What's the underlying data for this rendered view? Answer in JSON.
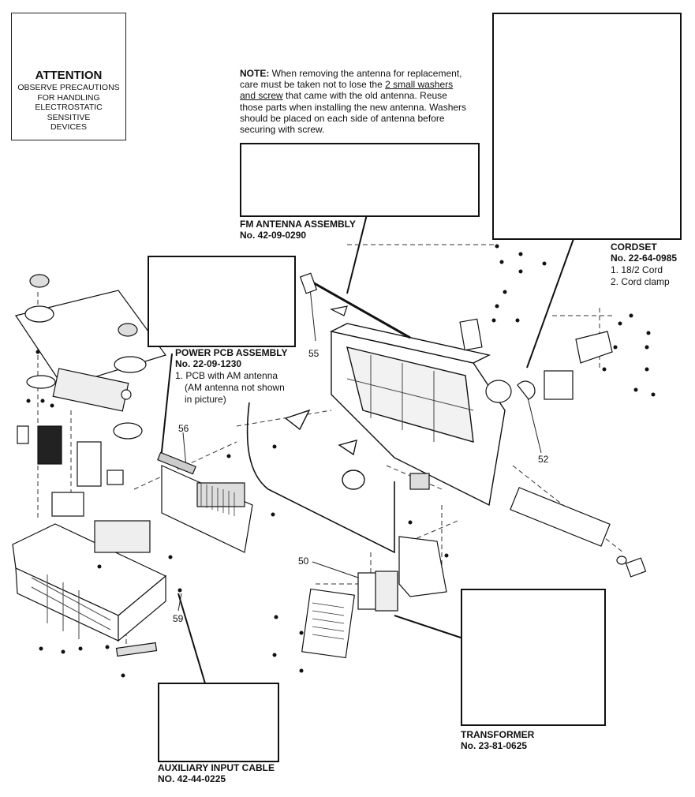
{
  "attention": {
    "title": "ATTENTION",
    "lines": [
      "OBSERVE PRECAUTIONS",
      "FOR HANDLING",
      "ELECTROSTATIC",
      "SENSITIVE",
      "DEVICES"
    ]
  },
  "note": {
    "label": "NOTE:",
    "line1_rest": " When removing the antenna for replacement,",
    "line2_pre": "care must be taken not to lose the ",
    "line2_u": "2 small washers ",
    "line3_u": "and screw",
    "line3_rest": " that came with the old antenna. Reuse",
    "line4": "those parts when installing the new antenna. Washers",
    "line5": "should be placed on each side of antenna before",
    "line6": "securing with screw."
  },
  "fm_antenna": {
    "title": "FM ANTENNA ASSEMBLY",
    "number": "No. 42-09-0290"
  },
  "cordset": {
    "title": "CORDSET",
    "number": "No. 22-64-0985",
    "items": [
      "1. 18/2 Cord",
      "2. Cord clamp"
    ]
  },
  "power_pcb": {
    "title": "POWER PCB ASSEMBLY",
    "number": "No. 22-09-1230",
    "items": [
      "1. PCB with AM antenna",
      "(AM antenna not shown",
      "in picture)"
    ]
  },
  "transformer": {
    "title": "TRANSFORMER",
    "number": "No. 23-81-0625"
  },
  "aux_cable": {
    "title": "AUXILIARY INPUT CABLE",
    "number": "NO. 42-44-0225"
  },
  "callouts": {
    "c55": "55",
    "c56": "56",
    "c52": "52",
    "c50": "50",
    "c59": "59"
  }
}
